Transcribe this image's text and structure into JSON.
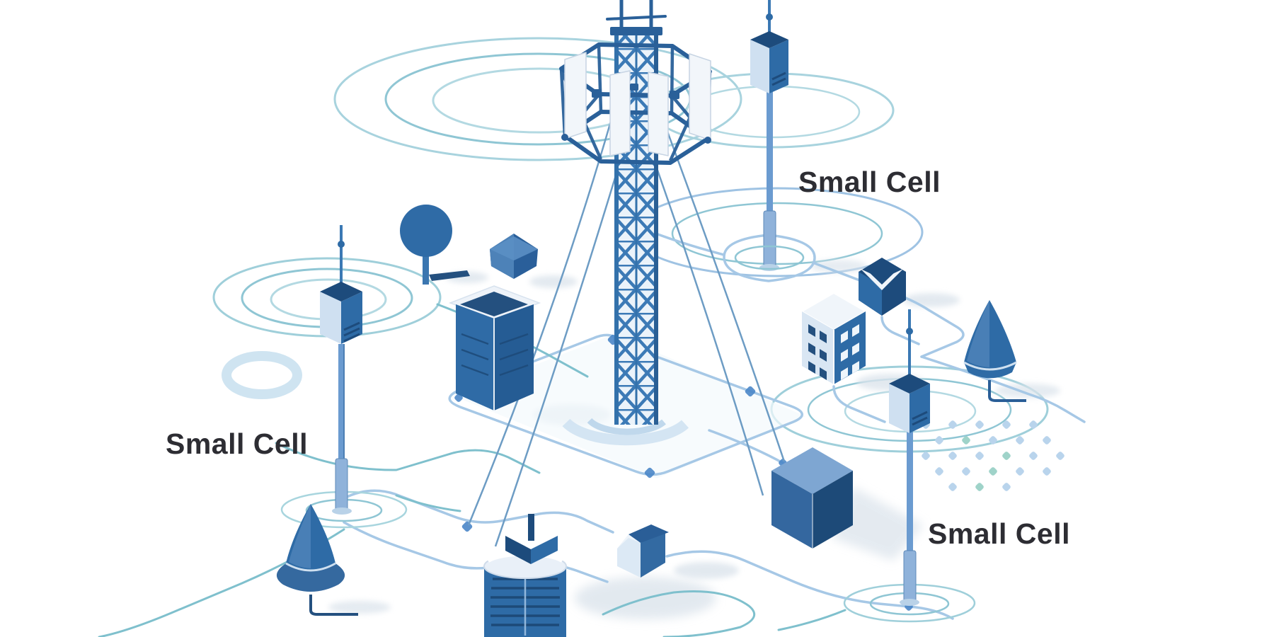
{
  "illustration": {
    "description": "Isometric 5G network diagram: central macro cell lattice tower surrounded by small cell poles, buildings, trees and ground network links",
    "background": "#ffffff",
    "labels": {
      "left": "Small Cell",
      "top_right": "Small Cell",
      "bottom_right": "Small Cell"
    },
    "colors": {
      "navy": "#1d4b7c",
      "blue": "#2e6ba6",
      "steel_blue": "#4d82b8",
      "pole_blue": "#6b9bd0",
      "light_face": "#d9e6f3",
      "pale_face": "#eef3f9",
      "path_blue": "#a6c8e6",
      "teal": "#7fc0cd",
      "ripple_teal": "#8fc6d4",
      "ripple_light": "#b3d9e2",
      "node_blue": "#4a86c8",
      "shadow": "#dce4ec",
      "label_text": "#2d2d33"
    },
    "objects": [
      "macro-cell-tower",
      "small-cell-pole-left",
      "small-cell-pole-top-right",
      "small-cell-pole-right",
      "equipment-cabinet",
      "apartment-building",
      "blue-cube",
      "notched-cube",
      "big-cube",
      "house",
      "data-cylinder",
      "round-tree",
      "cone-tree-left",
      "cone-tree-right",
      "coverage-ripples",
      "ground-network",
      "dot-grid"
    ]
  }
}
